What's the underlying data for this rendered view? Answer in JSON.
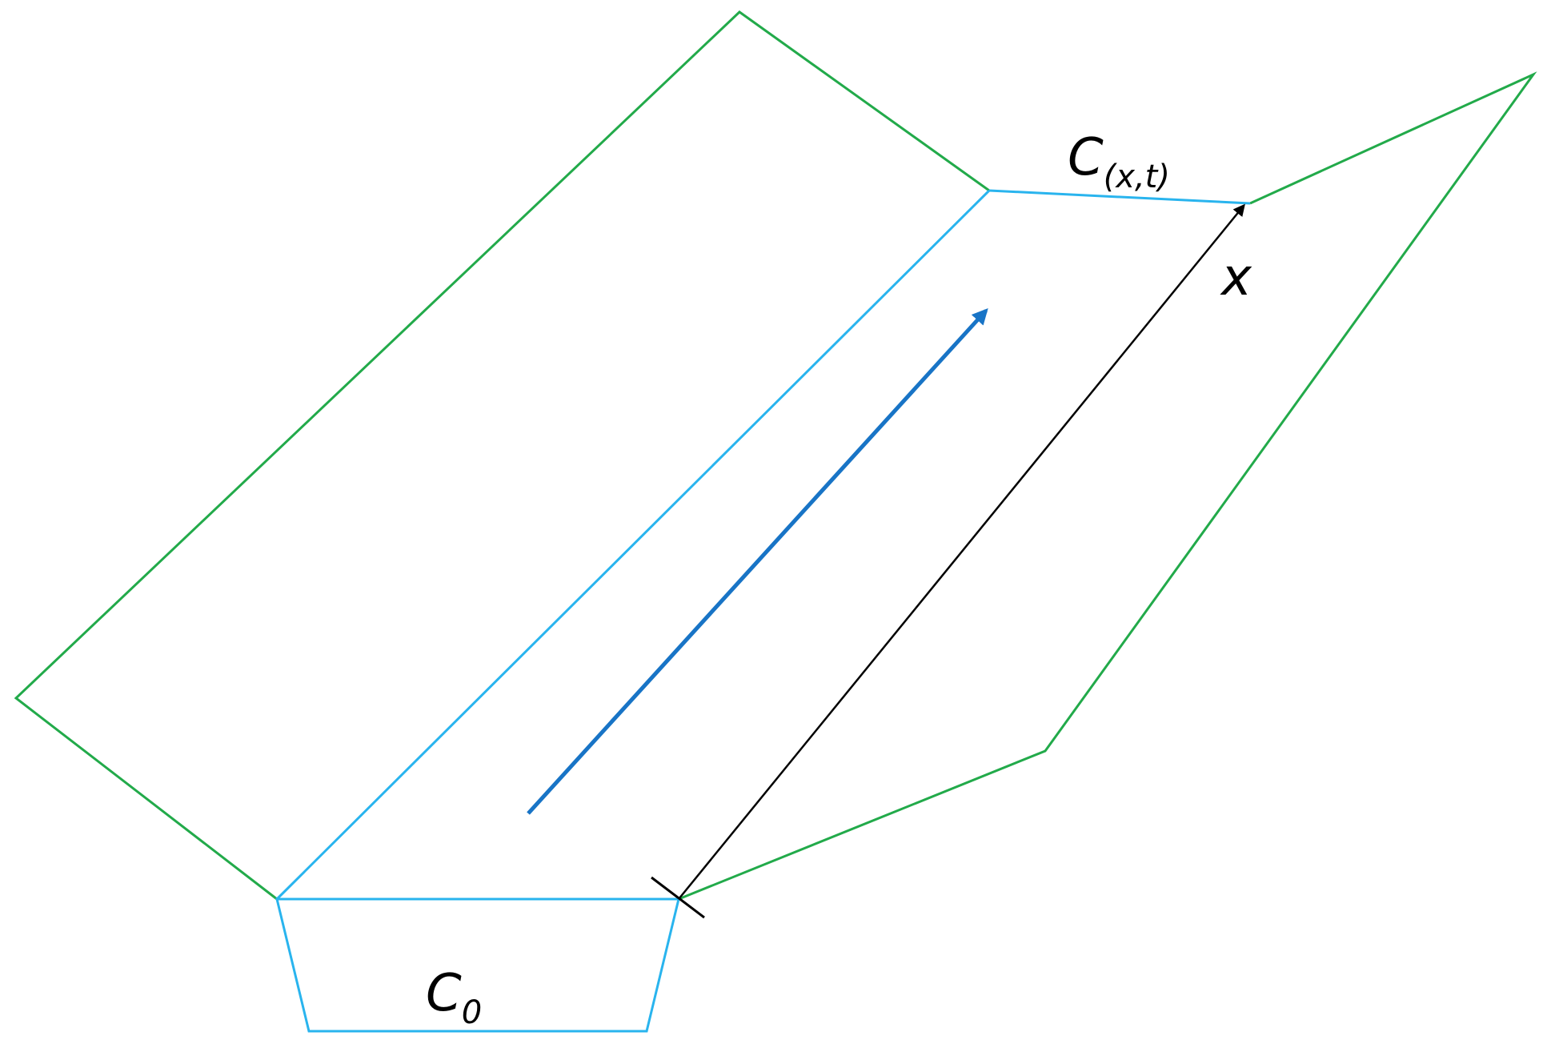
{
  "colors": {
    "floodplain_outline": "#22aa4a",
    "channel_outline": "#29b4ee",
    "flow_arrow": "#1874c6",
    "distance_arrow": "#000000"
  },
  "labels": {
    "c_top_main": "C",
    "c_top_sub": "(x,t)",
    "c_bottom_main": "C",
    "c_bottom_sub": "0",
    "x": "x"
  }
}
